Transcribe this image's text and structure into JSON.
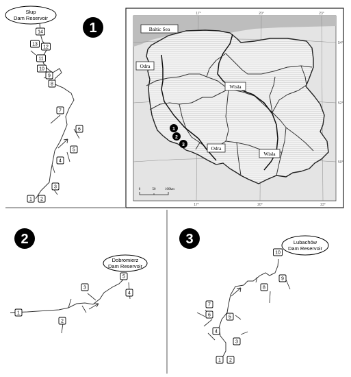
{
  "panel1": {
    "number": "1",
    "reservoir": [
      "Słup",
      "Dam Reservoir"
    ],
    "sites": [
      "1",
      "2",
      "3",
      "4",
      "5",
      "6",
      "7",
      "8",
      "9",
      "10",
      "11",
      "12",
      "13",
      "14"
    ]
  },
  "panel2": {
    "number": "2",
    "reservoir": [
      "Dobromierz",
      "Dam Reservoir"
    ],
    "sites": [
      "1",
      "2",
      "3",
      "4",
      "5"
    ]
  },
  "panel3": {
    "number": "3",
    "reservoir": [
      "Lubachów",
      "Dam Reservoir"
    ],
    "sites": [
      "1",
      "2",
      "3",
      "4",
      "5",
      "6",
      "7",
      "8",
      "9",
      "10"
    ]
  },
  "map": {
    "sea_label": "Baltic Sea",
    "river_labels": [
      "Odra",
      "Wisła",
      "Odra",
      "Wisła"
    ],
    "scale_ticks": [
      "0",
      "50",
      "100km"
    ],
    "graticule_labels": [
      "17°",
      "20°",
      "23°",
      "17°",
      "20°",
      "23°",
      "54°",
      "52°",
      "50°"
    ],
    "markers": [
      "1",
      "2",
      "3"
    ]
  }
}
